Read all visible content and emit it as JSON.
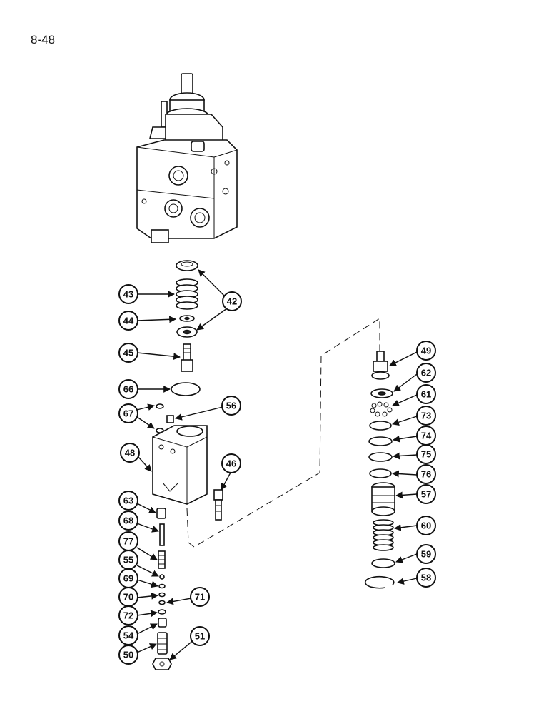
{
  "page": {
    "number": "8-48"
  },
  "callouts": [
    "42",
    "43",
    "44",
    "45",
    "66",
    "67",
    "56",
    "48",
    "46",
    "63",
    "68",
    "77",
    "55",
    "69",
    "70",
    "71",
    "72",
    "54",
    "50",
    "51",
    "49",
    "62",
    "61",
    "73",
    "74",
    "75",
    "76",
    "57",
    "60",
    "59",
    "58"
  ]
}
